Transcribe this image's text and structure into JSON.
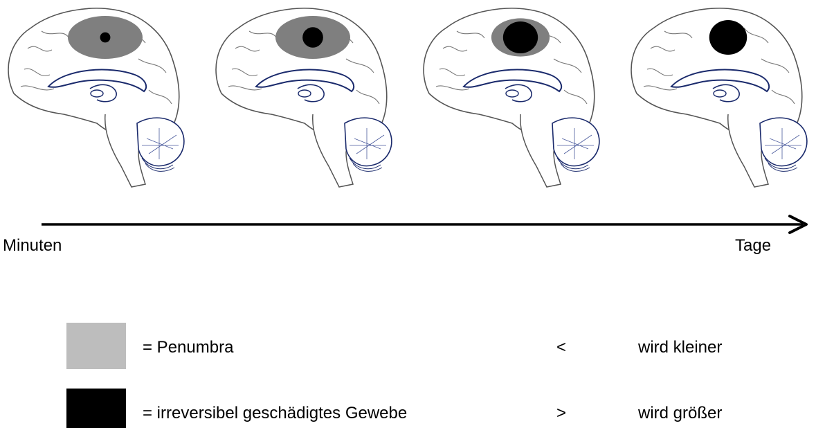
{
  "colors": {
    "penumbra": "#bdbdbd",
    "core": "#000000",
    "lesion_penumbra": "#7f7f7f",
    "brain_stroke": "#555555",
    "brain_vessel": "#1a2a6c"
  },
  "stages": [
    {
      "penumbra_level": 1.0,
      "core_level": 0.25
    },
    {
      "penumbra_level": 1.0,
      "core_level": 0.5
    },
    {
      "penumbra_level": 0.78,
      "core_level": 0.78
    },
    {
      "penumbra_level": 0.0,
      "core_level": 0.85
    }
  ],
  "timeline": {
    "start_label": "Minuten",
    "end_label": "Tage"
  },
  "legend": [
    {
      "label": "= Penumbra",
      "symbol": "<",
      "trend": "wird kleiner",
      "swatch_color": "#bdbdbd"
    },
    {
      "label": "= irreversibel geschädigtes Gewebe",
      "symbol": ">",
      "trend": "wird größer",
      "swatch_color": "#000000"
    }
  ]
}
